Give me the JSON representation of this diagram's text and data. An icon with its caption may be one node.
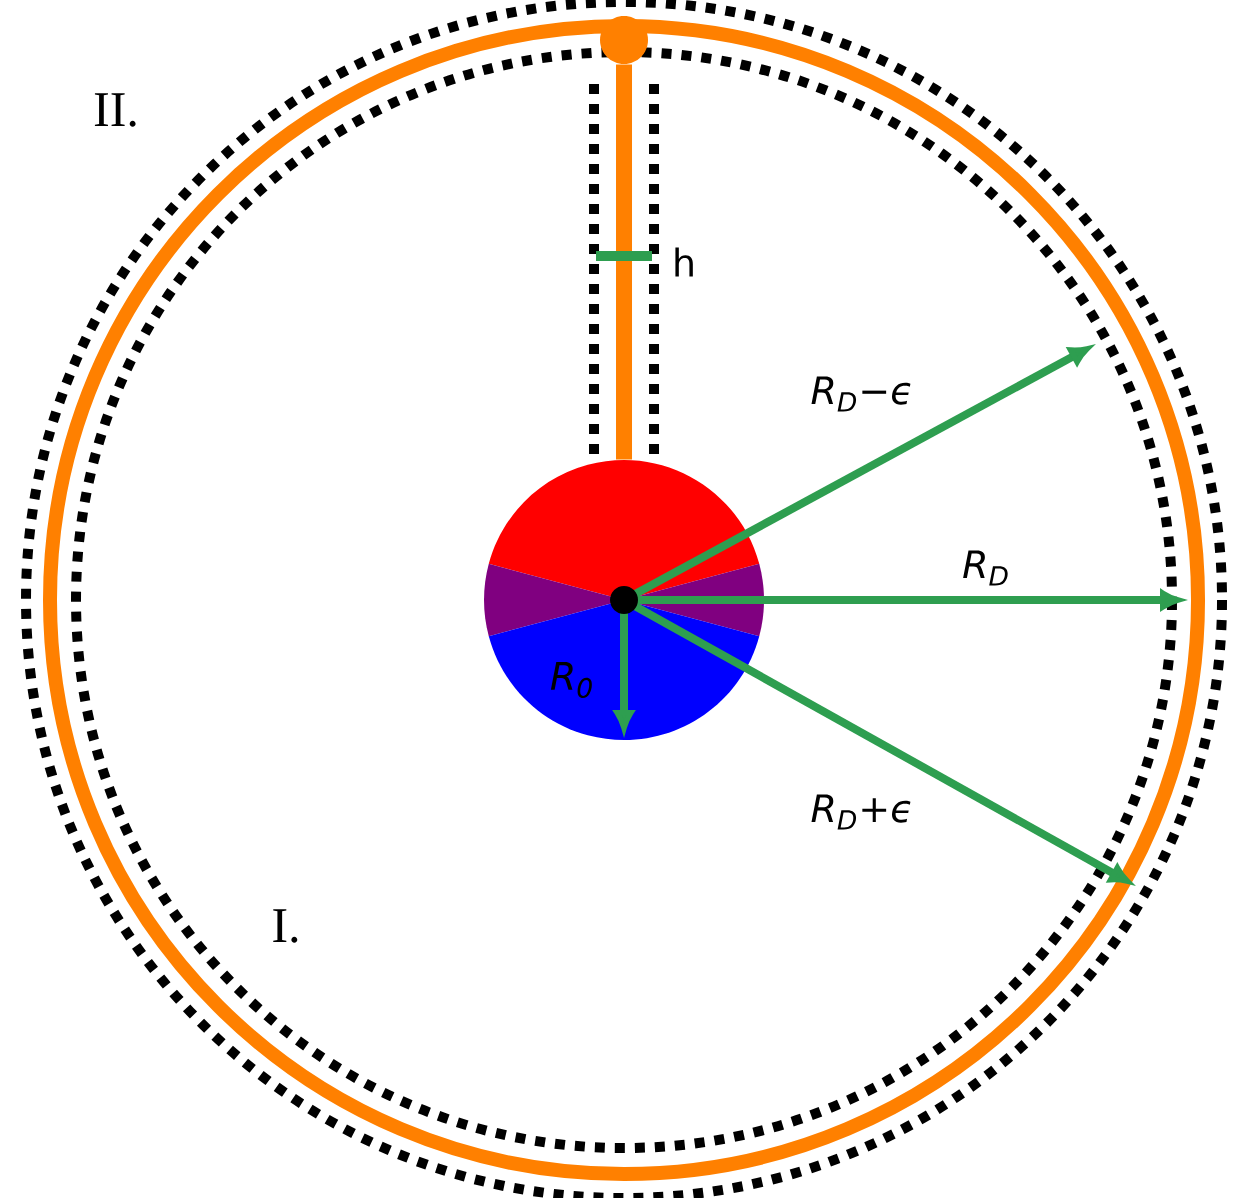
{
  "diagram": {
    "nodes": [
      {
        "text": [],
        "shape": "circle"
      },
      {
        "text": [],
        "shape": "circle"
      }
    ],
    "edges": [
      {
        "from": 0,
        "to": 1,
        "arrow": "none"
      }
    ],
    "labels": [
      "II.",
      "h",
      "R$_{D}$−ϵ",
      "R$_{D}$",
      "R$_{0}$",
      "R$_{D}$+ϵ",
      "I."
    ]
  }
}
